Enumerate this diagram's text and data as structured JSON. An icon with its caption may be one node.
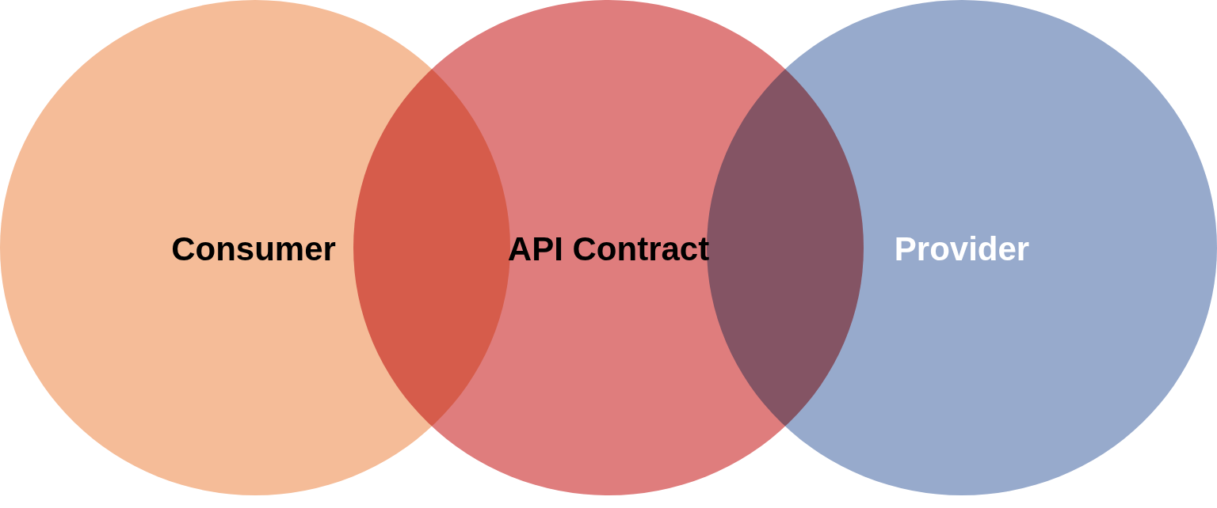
{
  "diagram": {
    "nodes": [
      {
        "text": [
          "Consumer"
        ]
      },
      {
        "text": [
          "API Contract"
        ]
      },
      {
        "text": [
          "Provider"
        ]
      }
    ]
  }
}
